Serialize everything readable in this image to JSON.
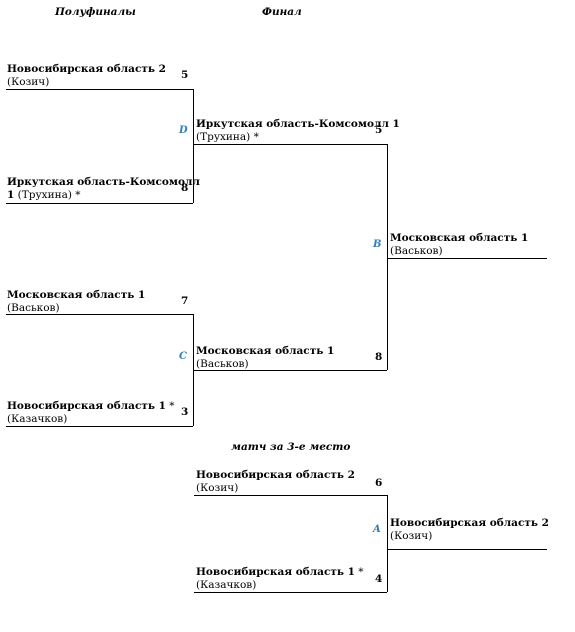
{
  "headers": {
    "semifinals": "Полуфиналы",
    "final": "Финал",
    "third_place": "матч за 3-е место"
  },
  "semifinal_d": {
    "letter": "D",
    "top": {
      "name": "Новосибирская область 2",
      "coach": "(Козич)",
      "score": "5"
    },
    "bottom": {
      "name_line1": "Иркутская область-Комсомолл",
      "name_line2": "1",
      "coach": "(Трухина)",
      "mark": "*",
      "score": "8"
    }
  },
  "semifinal_c": {
    "letter": "C",
    "top": {
      "name": "Московская область 1",
      "coach": "(Васьков)",
      "score": "7"
    },
    "bottom": {
      "name": "Новосибирская область 1",
      "mark": "*",
      "coach": "(Казачков)",
      "score": "3"
    }
  },
  "final_b": {
    "letter": "B",
    "top": {
      "name": "Иркутская область-Комсомолл 1",
      "coach": "(Трухина)",
      "mark": "*",
      "score": "5"
    },
    "bottom": {
      "name": "Московская область 1",
      "coach": "(Васьков)",
      "score": "8"
    },
    "winner": {
      "name": "Московская область 1",
      "coach": "(Васьков)"
    }
  },
  "third_a": {
    "letter": "A",
    "top": {
      "name": "Новосибирская область 2",
      "coach": "(Козич)",
      "score": "6"
    },
    "bottom": {
      "name": "Новосибирская область 1",
      "mark": "*",
      "coach": "(Казачков)",
      "score": "4"
    },
    "winner": {
      "name": "Новосибирская область 2",
      "coach": "(Козич)"
    }
  }
}
